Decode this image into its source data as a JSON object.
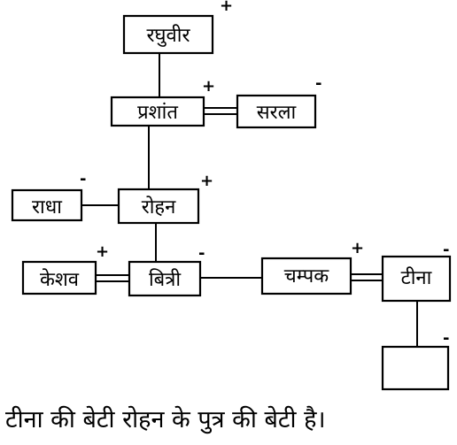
{
  "nodes": [
    {
      "id": "raghuveer",
      "label": "रघुवीर",
      "sign": "+"
    },
    {
      "id": "prashant",
      "label": "प्रशांत",
      "sign": "+"
    },
    {
      "id": "sarla",
      "label": "सरला",
      "sign": "-"
    },
    {
      "id": "radha",
      "label": "राधा",
      "sign": "-"
    },
    {
      "id": "rohan",
      "label": "रोहन",
      "sign": "+"
    },
    {
      "id": "keshav",
      "label": "केशव",
      "sign": "+"
    },
    {
      "id": "bitri",
      "label": "बित्री",
      "sign": "-"
    },
    {
      "id": "champak",
      "label": "चम्पक",
      "sign": "+"
    },
    {
      "id": "tina",
      "label": "टीना",
      "sign": "-"
    },
    {
      "id": "unknown",
      "label": "",
      "sign": "-"
    }
  ],
  "caption": "टीना की बेटी रोहन के पुत्र की बेटी है।"
}
